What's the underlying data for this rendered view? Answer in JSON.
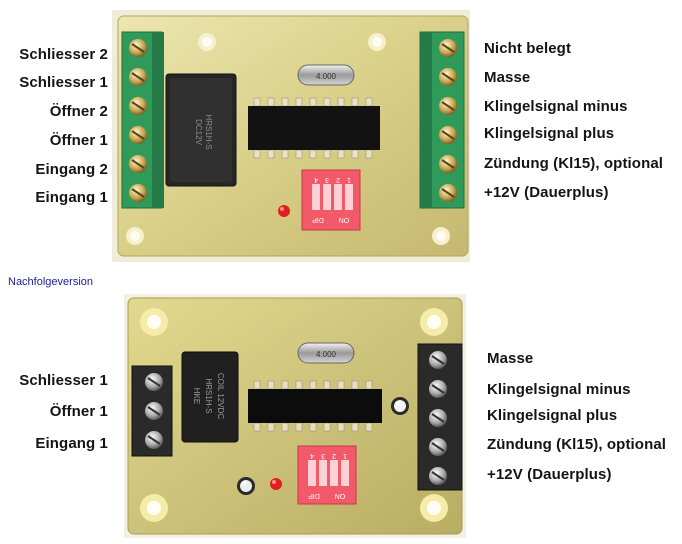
{
  "board_top": {
    "labels_left": [
      "Schliesser 2",
      "Schliesser 1",
      "Öffner 2",
      "Öffner 1",
      "Eingang 2",
      "Eingang 1"
    ],
    "labels_right": [
      "Nicht belegt",
      "Masse",
      "Klingelsignal minus",
      "Klingelsignal plus",
      "Zündung (Kl15), optional",
      "+12V (Dauerplus)"
    ],
    "relay_text": [
      "HRS1H-S",
      "DC12V"
    ],
    "crystal_text": "4.000",
    "dip_numbers": [
      "1",
      "2",
      "3",
      "4"
    ],
    "dip_text": [
      "DIP",
      "ON"
    ]
  },
  "caption": "Nachfolgeversion",
  "board_bottom": {
    "labels_left": [
      "Schliesser 1",
      "Öffner 1",
      "Eingang 1"
    ],
    "labels_right": [
      "Masse",
      "Klingelsignal minus",
      "Klingelsignal plus",
      "Zündung (Kl15), optional",
      "+12V (Dauerplus)"
    ],
    "relay_text": [
      "HKE",
      "HRS1H-S",
      "COIL 12VDC"
    ],
    "crystal_text": "4.000",
    "dip_numbers": [
      "1",
      "2",
      "3",
      "4"
    ],
    "dip_text": [
      "DIP",
      "ON"
    ]
  },
  "colors": {
    "pcb_top": "#d8cf8a",
    "pcb_bottom": "#cdc27a",
    "terminal_green": "#2f9a5a",
    "terminal_black": "#2a2a2a",
    "dip_red": "#f25a6a",
    "caption_blue": "#1a1a9a"
  }
}
